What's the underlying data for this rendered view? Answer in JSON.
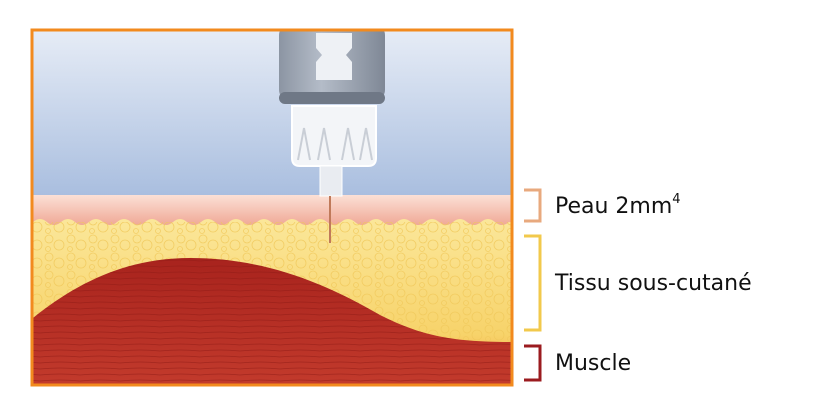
{
  "labels": {
    "skin": {
      "text": "Peau 2mm",
      "superscript": "4",
      "color": "#e8a97e"
    },
    "subcutaneous": {
      "text": "Tissu sous-cutané",
      "color": "#f2c94c"
    },
    "muscle": {
      "text": "Muscle",
      "color": "#9b1b1f"
    }
  },
  "colors": {
    "frame": "#f28a1e",
    "sky_top": "#e6ecf6",
    "sky_bottom": "#a9bedf",
    "skin": "#f2b8a4",
    "fat": "#f6dc7a",
    "muscle": "#b02a22"
  }
}
